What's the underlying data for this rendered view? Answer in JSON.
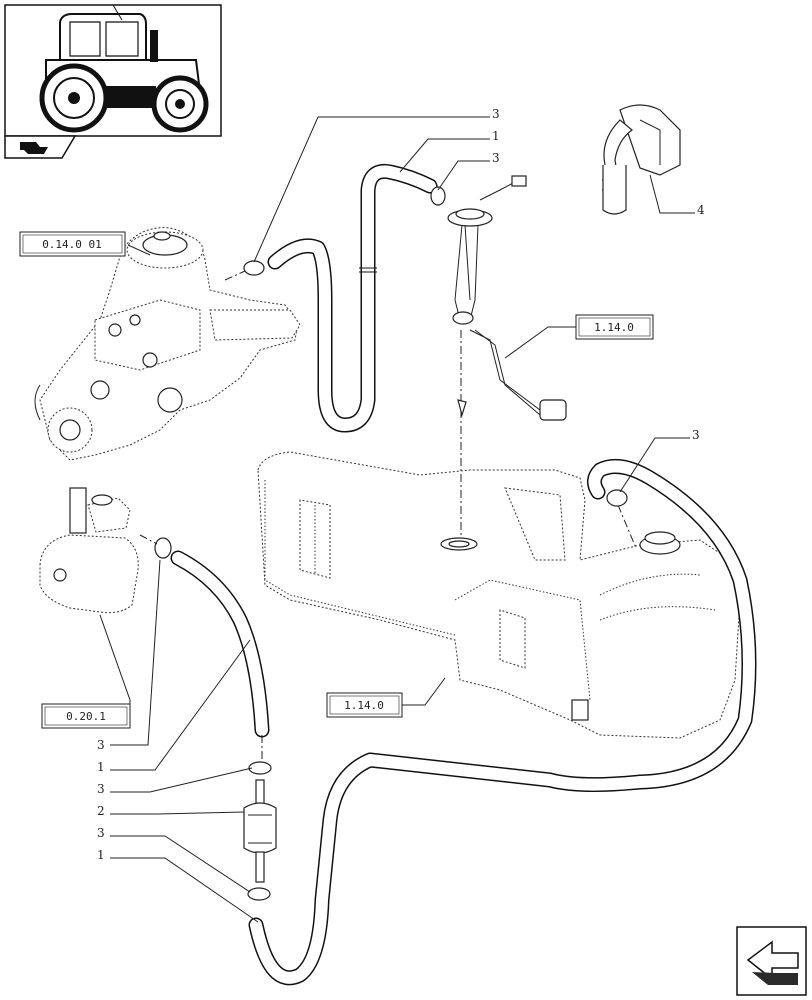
{
  "ref_boxes": {
    "injection_pump": "0.14.0 01",
    "fuel_level_sender": "1.14.0",
    "tank": "1.14.0",
    "feed_pump": "0.20.1"
  },
  "callouts": {
    "top_clamp_left": "3",
    "top_hose": "1",
    "top_clamp_right": "3",
    "connector": "4",
    "tank_return_clamp": "3",
    "stack": [
      "3",
      "1",
      "3",
      "2",
      "3",
      "1"
    ]
  },
  "colors": {
    "line": "#111111",
    "background": "#ffffff",
    "nav_fill": "#2a2a2a"
  },
  "icons": {
    "thumbnail": "tractor-thumbnail-icon",
    "section_arrow": "section-arrow-icon",
    "next_page": "next-page-arrow-icon"
  }
}
